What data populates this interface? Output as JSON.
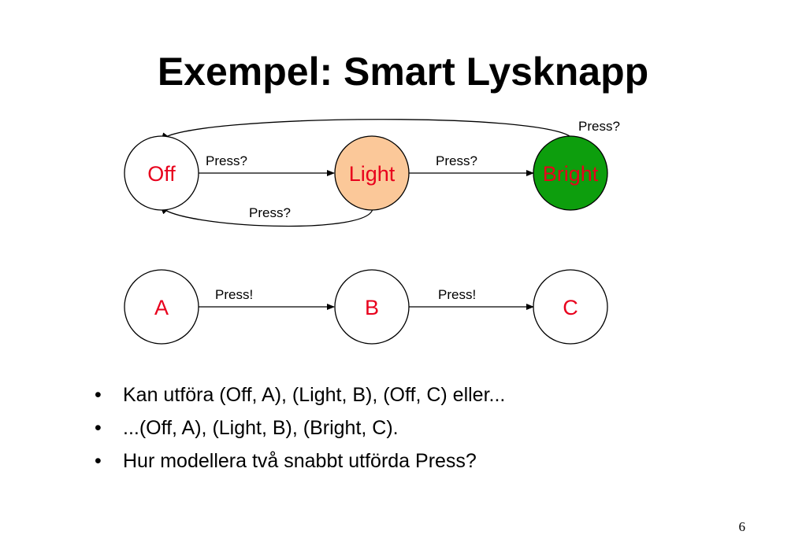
{
  "slide": {
    "title": "Exempel: Smart Lysknapp",
    "page_number": "6"
  },
  "colors": {
    "state_label": "#e8001c",
    "light_fill": "#fbc899",
    "bright_fill": "#0d9e0d",
    "default_fill": "#ffffff",
    "stroke": "#000000"
  },
  "diagram_top": {
    "states": [
      {
        "label": "Off",
        "fill": "white"
      },
      {
        "label": "Light",
        "fill": "orange-light"
      },
      {
        "label": "Bright",
        "fill": "green"
      }
    ],
    "transitions": [
      {
        "from": "Off",
        "to": "Light",
        "label": "Press?"
      },
      {
        "from": "Light",
        "to": "Bright",
        "label": "Press?"
      },
      {
        "from": "Light",
        "to": "Off",
        "label": "Press?"
      },
      {
        "from": "Bright",
        "to": "Off",
        "label": "Press?"
      }
    ]
  },
  "diagram_bottom": {
    "states": [
      {
        "label": "A"
      },
      {
        "label": "B"
      },
      {
        "label": "C"
      }
    ],
    "transitions": [
      {
        "from": "A",
        "to": "B",
        "label": "Press!"
      },
      {
        "from": "B",
        "to": "C",
        "label": "Press!"
      }
    ]
  },
  "bullets": [
    {
      "marker": "•",
      "text": "Kan utföra (Off, A), (Light, B), (Off, C) eller..."
    },
    {
      "marker": "•",
      "text": "...(Off, A), (Light, B), (Bright, C)."
    },
    {
      "marker": "•",
      "text": "Hur modellera två snabbt utförda Press?"
    }
  ]
}
